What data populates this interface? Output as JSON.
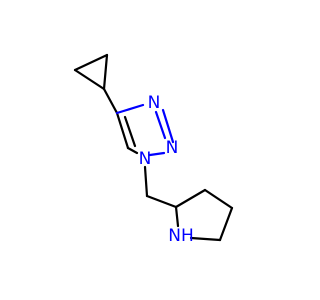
{
  "molecule": {
    "atoms": [
      {
        "label": "N",
        "color": "#0000ff"
      },
      {
        "label": "N",
        "color": "#0000ff"
      },
      {
        "label": "N",
        "color": "#0000ff"
      },
      {
        "label": "NH",
        "color": "#0000ff"
      }
    ],
    "bond_color": "#000000"
  }
}
